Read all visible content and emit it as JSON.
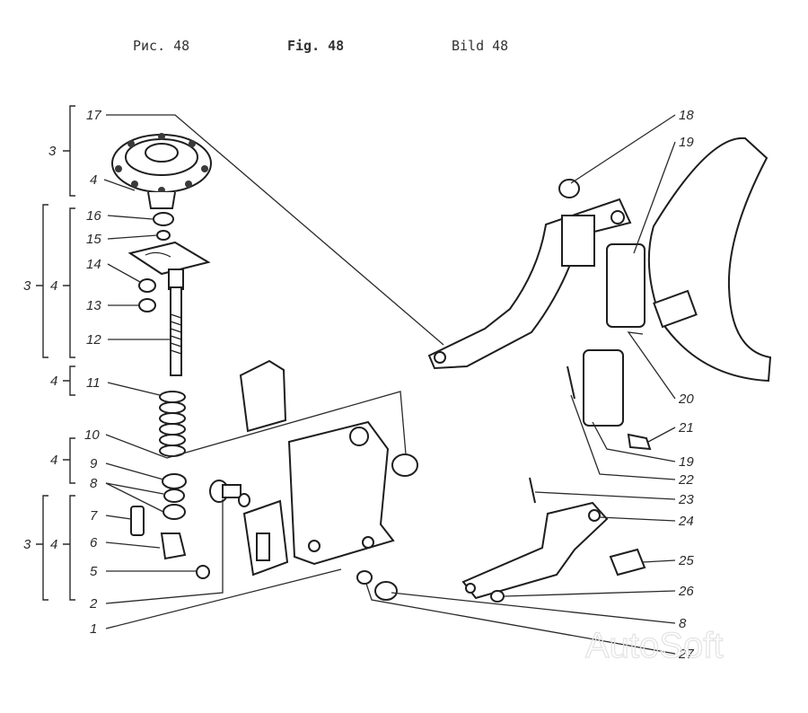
{
  "captions": [
    "Рис. 48",
    "Fig. 48",
    "Bild 48"
  ],
  "callouts": {
    "c17": "17",
    "c18": "18",
    "c19a": "19",
    "c4": "4",
    "c16": "16",
    "c15": "15",
    "c14": "14",
    "c13": "13",
    "c12": "12",
    "c11": "11",
    "c10": "10",
    "c9": "9",
    "c8a": "8",
    "c7": "7",
    "c6": "6",
    "c5": "5",
    "c2": "2",
    "c1": "1",
    "c20": "20",
    "c21": "21",
    "c19b": "19",
    "c22": "22",
    "c23": "23",
    "c24": "24",
    "c25": "25",
    "c26": "26",
    "c8b": "8",
    "c27": "27"
  },
  "groups": {
    "g_top": "3",
    "g_mid_outer": "3",
    "g_mid_inner": "4",
    "g_11": "4",
    "g_9": "4",
    "g_low_outer": "3",
    "g_low_inner": "4"
  },
  "watermark": "AutoSoft"
}
